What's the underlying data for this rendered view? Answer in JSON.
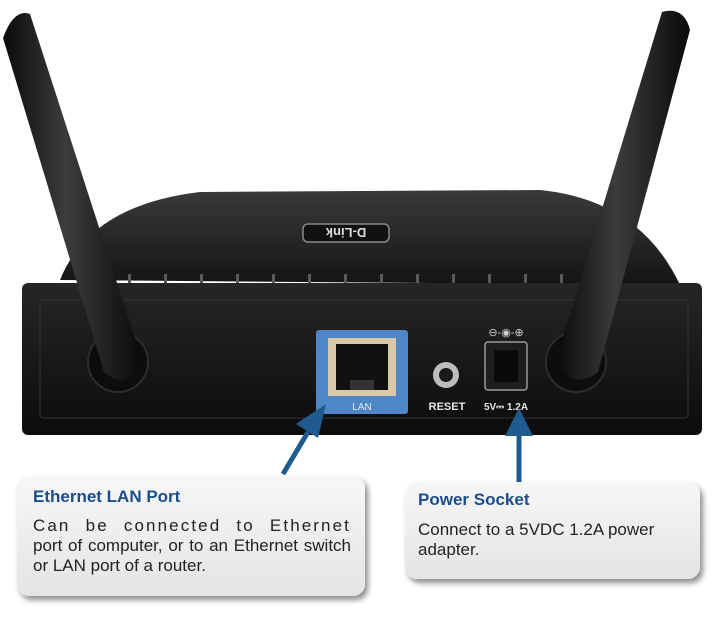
{
  "device": {
    "logo_text": "D-Link",
    "port_labels": {
      "lan": "LAN",
      "reset": "RESET",
      "power": "5V⎓ 1.2A"
    }
  },
  "callouts": {
    "lan_port": {
      "title": "Ethernet LAN Port",
      "description_line1": "Can be connected to Ethernet",
      "description_rest": "port of computer, or to an Ethernet switch or LAN port of a router."
    },
    "power_socket": {
      "title": "Power Socket",
      "description": "Connect to a 5VDC 1.2A power adapter."
    }
  },
  "colors": {
    "arrow": "#1f5b8f",
    "lan_frame": "#4f86c6",
    "title_text": "#1a4d8a",
    "device_body": "#1b1b1b"
  }
}
